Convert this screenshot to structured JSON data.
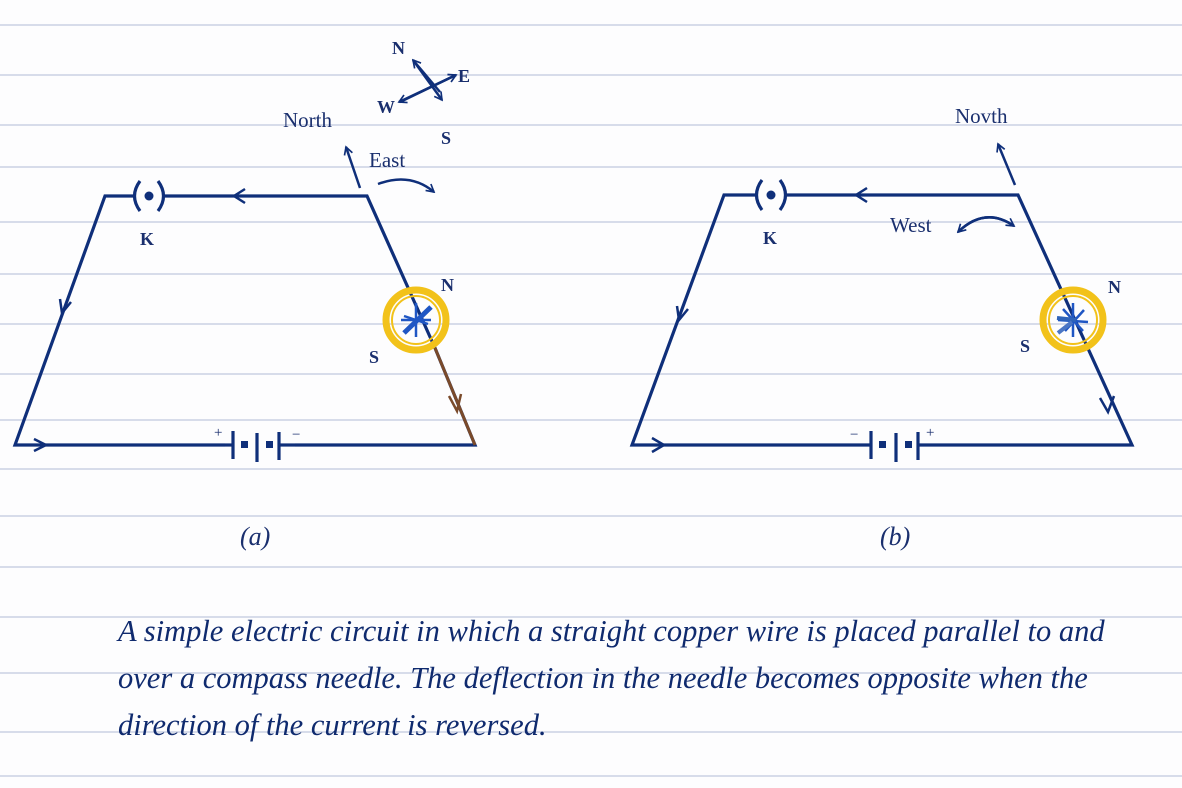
{
  "figure_a": {
    "sublabel": "(a)",
    "key_label": "K",
    "compass_rose": {
      "north": "N",
      "east": "E",
      "west": "W",
      "south": "S"
    },
    "north_label": "North",
    "deflection_label": "East",
    "needle_north": "N",
    "needle_south": "S",
    "battery_left_terminal": "+",
    "battery_right_terminal": "−"
  },
  "figure_b": {
    "sublabel": "(b)",
    "key_label": "K",
    "north_label": "Novth",
    "deflection_label": "West",
    "needle_north": "N",
    "needle_south": "S",
    "battery_left_terminal": "−",
    "battery_right_terminal": "+"
  },
  "caption": "A simple electric circuit in which a straight copper wire is placed parallel to and over a compass needle. The deflection in the needle becomes opposite when the direction of the current is reversed.",
  "colors": {
    "ink": "#0f2f7a",
    "copper_wire": "#7a4a2a",
    "compass_ring": "#f2c21a",
    "needle": "#1f56c4",
    "ruled_line": "#d7dcea"
  }
}
